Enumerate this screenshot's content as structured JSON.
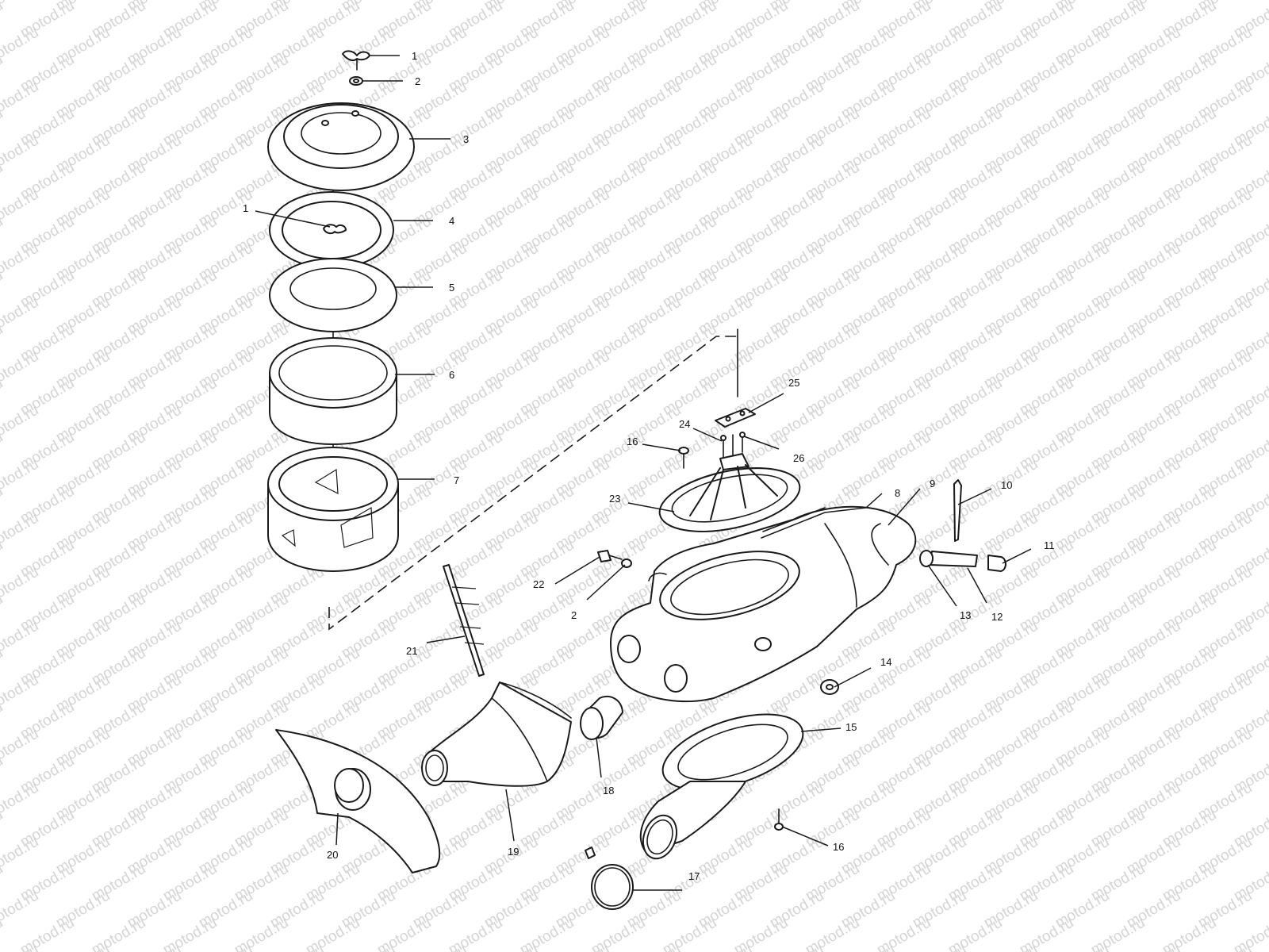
{
  "watermark": "motod.ru",
  "callouts": [
    {
      "label": "1"
    },
    {
      "label": "2"
    },
    {
      "label": "3"
    },
    {
      "label": "1"
    },
    {
      "label": "4"
    },
    {
      "label": "5"
    },
    {
      "label": "6"
    },
    {
      "label": "7"
    },
    {
      "label": "25"
    },
    {
      "label": "24"
    },
    {
      "label": "16"
    },
    {
      "label": "26"
    },
    {
      "label": "8"
    },
    {
      "label": "9"
    },
    {
      "label": "10"
    },
    {
      "label": "23"
    },
    {
      "label": "11"
    },
    {
      "label": "22"
    },
    {
      "label": "2"
    },
    {
      "label": "13"
    },
    {
      "label": "12"
    },
    {
      "label": "21"
    },
    {
      "label": "14"
    },
    {
      "label": "15"
    },
    {
      "label": "18"
    },
    {
      "label": "19"
    },
    {
      "label": "20"
    },
    {
      "label": "16"
    },
    {
      "label": "17"
    }
  ],
  "colors": {
    "line": "#1a1a1a",
    "watermark": "#d4d4d4",
    "background": "#ffffff"
  }
}
